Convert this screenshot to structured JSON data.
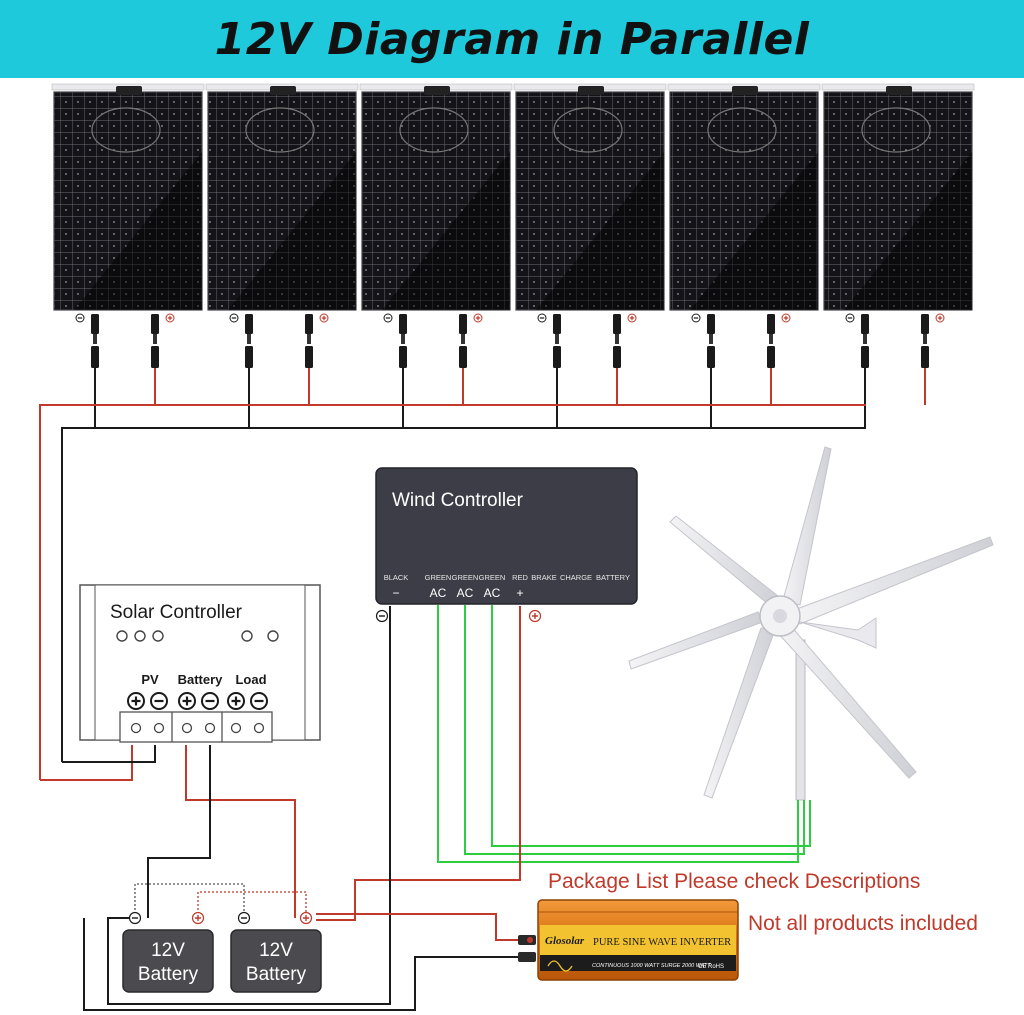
{
  "title": "12V Diagram in Parallel",
  "solar_panels": {
    "count": 6
  },
  "wind_controller": {
    "title": "Wind Controller",
    "terminal_names": [
      "BLACK",
      "GREEN",
      "GREEN",
      "GREEN",
      "RED",
      "BRAKE",
      "CHARGE",
      "BATTERY"
    ],
    "terminal_marks": [
      "−",
      "AC",
      "AC",
      "AC",
      "+"
    ]
  },
  "solar_controller": {
    "title": "Solar Controller",
    "labels": [
      "PV",
      "Battery",
      "Load"
    ]
  },
  "batteries": [
    {
      "line1": "12V",
      "line2": "Battery"
    },
    {
      "line1": "12V",
      "line2": "Battery"
    }
  ],
  "inverter": {
    "brand": "Glosolar",
    "model": "PURE SINE WAVE INVERTER",
    "spec": "CONTINUOUS 1000 WATT SURGE 2000 WATT",
    "marks": "CE RoHS"
  },
  "notes": {
    "package": "Package List Please check Descriptions",
    "not_all": "Not all products included"
  },
  "colors": {
    "banner": "#1ec9dc",
    "wire_red": "#c0392b",
    "wire_black": "#1a1a1a",
    "wire_green": "#2ecc40",
    "controller_fill": "#3d3d47",
    "panel_fill": "#16161a",
    "inverter_orange": "#e07b1a"
  }
}
